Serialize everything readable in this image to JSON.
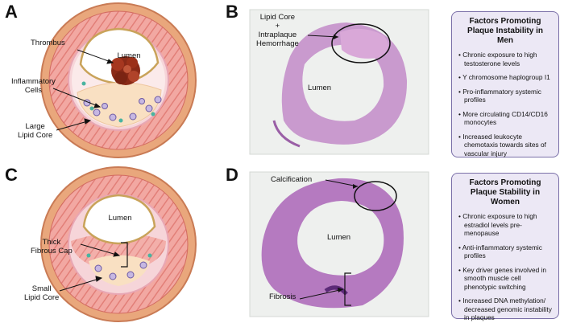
{
  "panels": {
    "a": {
      "letter": "A",
      "lumen": "Lumen",
      "thrombus": "Thrombus",
      "inflammatory": "Inflammatory\nCells",
      "lipid": "Large\nLipid Core"
    },
    "b": {
      "letter": "B",
      "lipid_core": "Lipid Core\n+\nIntraplaque\nHemorrhage",
      "lumen": "Lumen"
    },
    "c": {
      "letter": "C",
      "lumen": "Lumen",
      "fibrous_cap": "Thick\nFibrous Cap",
      "lipid": "Small\nLipid Core"
    },
    "d": {
      "letter": "D",
      "calcification": "Calcification",
      "lumen": "Lumen",
      "fibrosis": "Fibrosis"
    }
  },
  "men_box": {
    "title": "Factors Promoting Plaque Instability in Men",
    "items": [
      "Chronic exposure to high testosterone levels",
      "Y chromosome haplogroup I1",
      "Pro-inflammatory systemic profiles",
      "More circulating CD14/CD16 monocytes",
      "Increased leukocyte chemotaxis towards sites of vascular injury"
    ]
  },
  "women_box": {
    "title": "Factors Promoting Plaque Stability in Women",
    "items": [
      "Chronic exposure to high estradiol levels pre-menopause",
      "Anti-inflammatory systemic profiles",
      "Key driver genes involved in smooth muscle cell phenotypic switching",
      "Increased DNA methylation/ decreased genomic instability in plaques"
    ]
  }
}
